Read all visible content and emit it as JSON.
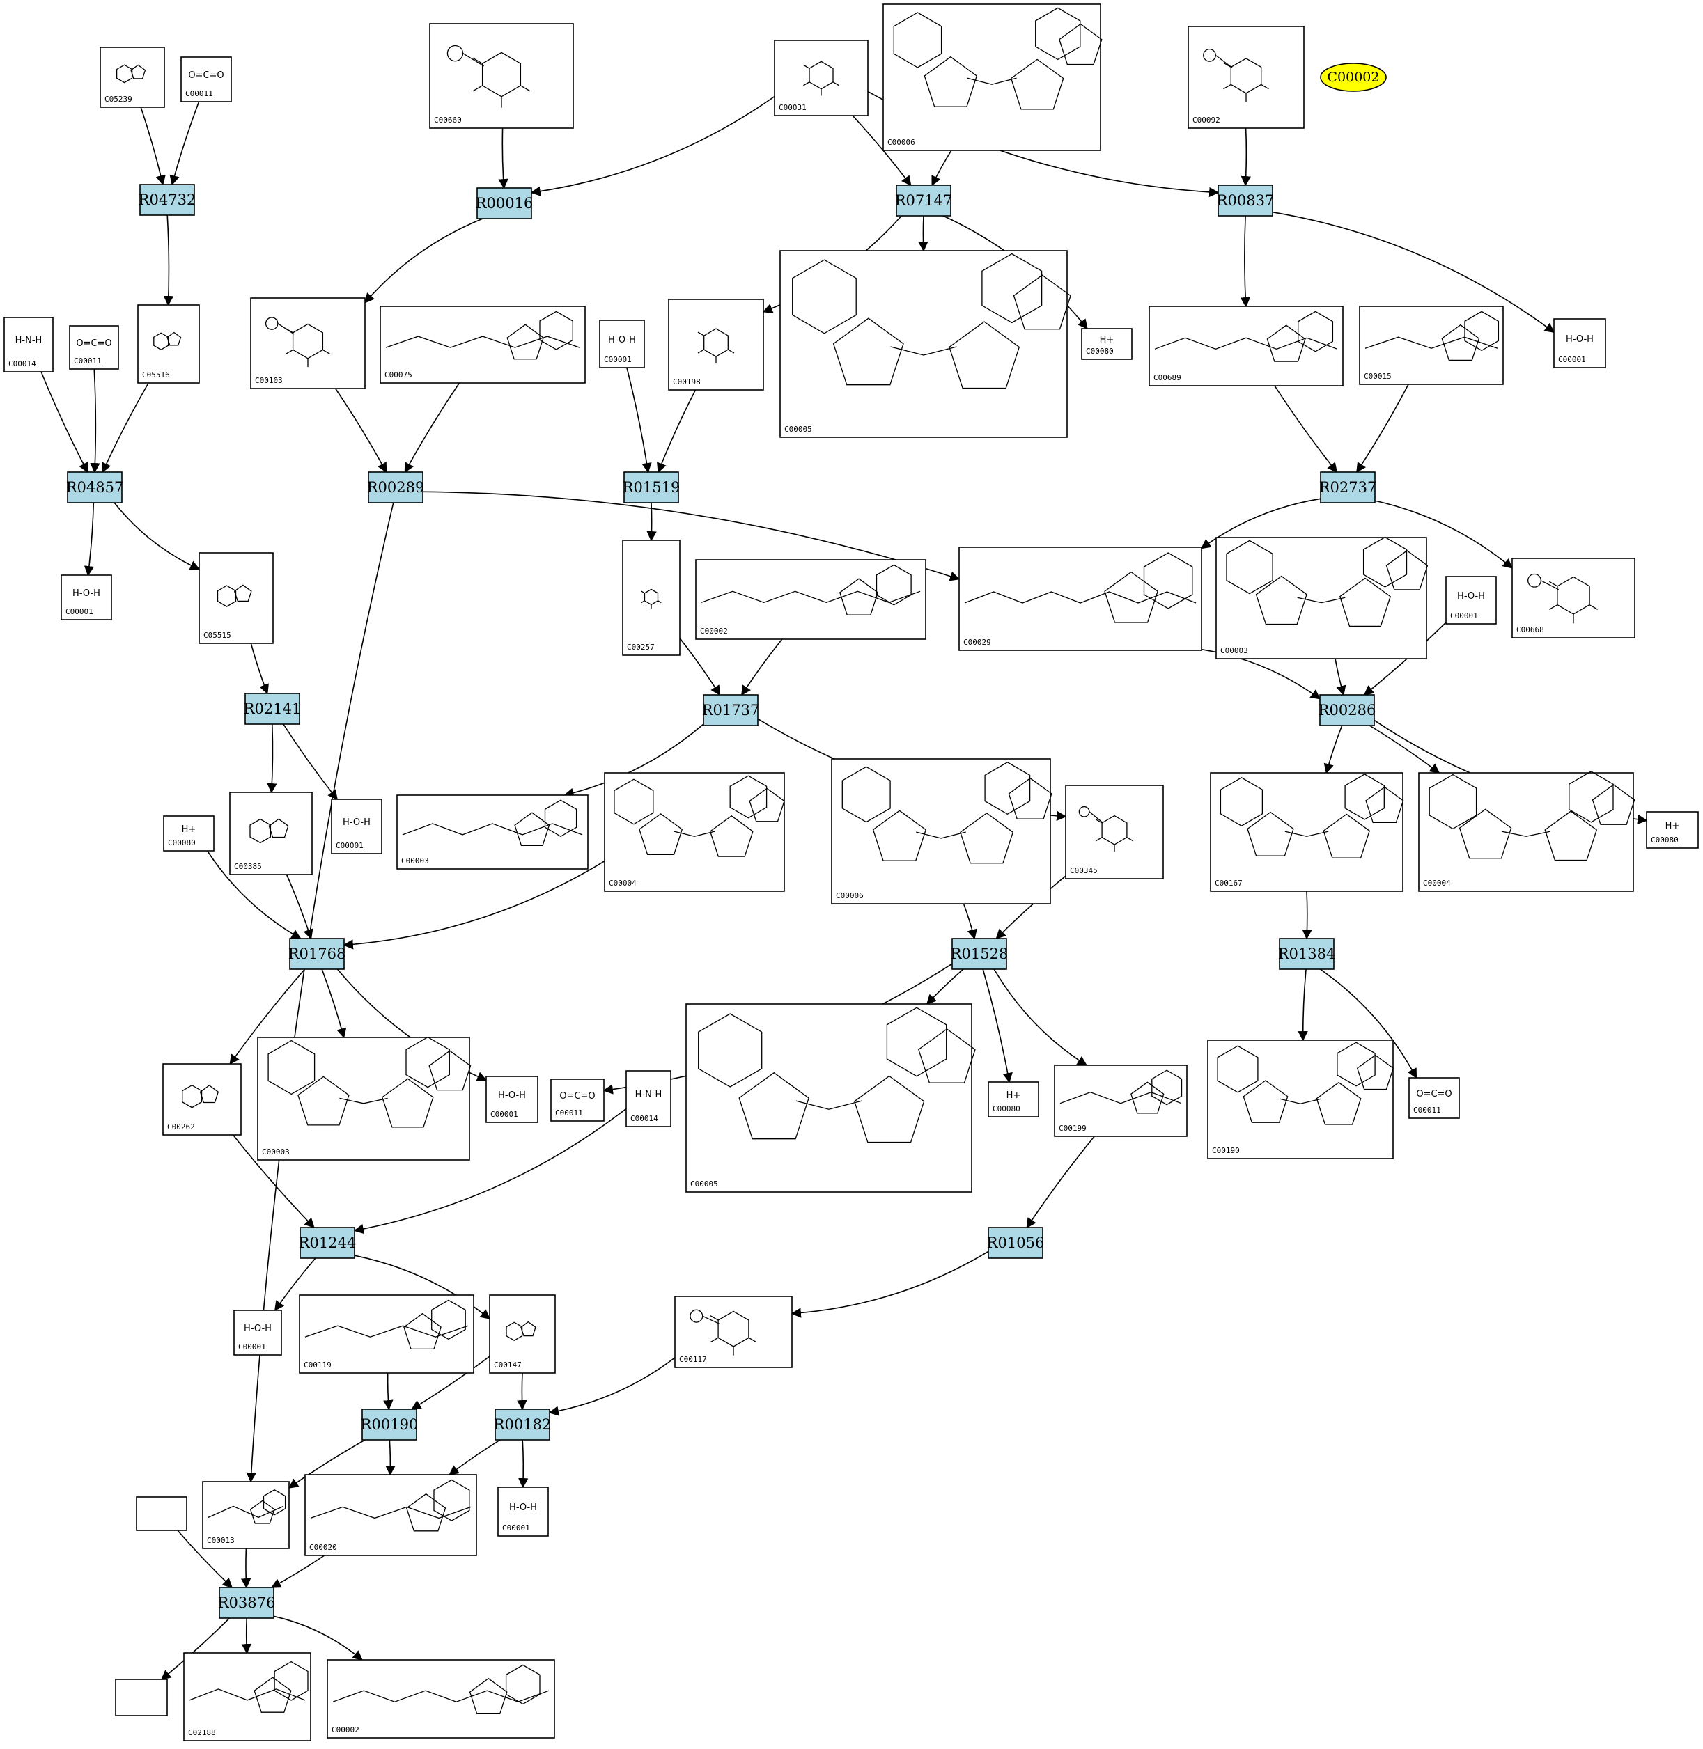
{
  "colors": {
    "reaction_fill": "#add8e6",
    "highlight_fill": "#ffff00",
    "stroke": "#000000",
    "background": "#ffffff"
  },
  "highlight": {
    "id": "hl",
    "label": "C00002"
  },
  "reactions": [
    {
      "id": "R04732",
      "label": "R04732"
    },
    {
      "id": "R00016",
      "label": "R00016"
    },
    {
      "id": "R07147",
      "label": "R07147"
    },
    {
      "id": "R00837",
      "label": "R00837"
    },
    {
      "id": "R04857",
      "label": "R04857"
    },
    {
      "id": "R00289",
      "label": "R00289"
    },
    {
      "id": "R01519",
      "label": "R01519"
    },
    {
      "id": "R02737",
      "label": "R02737"
    },
    {
      "id": "R02141",
      "label": "R02141"
    },
    {
      "id": "R01737",
      "label": "R01737"
    },
    {
      "id": "R00286",
      "label": "R00286"
    },
    {
      "id": "R01768",
      "label": "R01768"
    },
    {
      "id": "R01528",
      "label": "R01528"
    },
    {
      "id": "R01384",
      "label": "R01384"
    },
    {
      "id": "R01244",
      "label": "R01244"
    },
    {
      "id": "R01056",
      "label": "R01056"
    },
    {
      "id": "R00190",
      "label": "R00190"
    },
    {
      "id": "R00182",
      "label": "R00182"
    },
    {
      "id": "R03876",
      "label": "R03876"
    }
  ],
  "compounds": [
    {
      "id": "c1",
      "label": "C05239",
      "mol": "ring",
      "formula": ""
    },
    {
      "id": "c2",
      "label": "C00011",
      "mol": "text",
      "formula": "O=C=O"
    },
    {
      "id": "c3",
      "label": "C00660",
      "mol": "sugarP",
      "formula": ""
    },
    {
      "id": "c4",
      "label": "C00031",
      "mol": "sugar",
      "formula": ""
    },
    {
      "id": "c5",
      "label": "C00006",
      "mol": "big",
      "formula": ""
    },
    {
      "id": "c6",
      "label": "C00092",
      "mol": "sugarP",
      "formula": ""
    },
    {
      "id": "c7",
      "label": "C00014",
      "mol": "text",
      "formula": "H-N-H"
    },
    {
      "id": "c8",
      "label": "C00011",
      "mol": "text",
      "formula": "O=C=O"
    },
    {
      "id": "c9",
      "label": "C05516",
      "mol": "ring",
      "formula": ""
    },
    {
      "id": "c10",
      "label": "C00103",
      "mol": "sugarP",
      "formula": ""
    },
    {
      "id": "c11",
      "label": "C00075",
      "mol": "chain",
      "formula": ""
    },
    {
      "id": "c12",
      "label": "C00001",
      "mol": "text",
      "formula": "H-O-H"
    },
    {
      "id": "c13",
      "label": "C00198",
      "mol": "sugar",
      "formula": ""
    },
    {
      "id": "c14",
      "label": "C00005",
      "mol": "big",
      "formula": ""
    },
    {
      "id": "c15",
      "label": "C00080",
      "mol": "text",
      "formula": "H+"
    },
    {
      "id": "c16",
      "label": "C00689",
      "mol": "chain",
      "formula": ""
    },
    {
      "id": "c17",
      "label": "C00015",
      "mol": "chain",
      "formula": ""
    },
    {
      "id": "c18",
      "label": "C00001",
      "mol": "text",
      "formula": "H-O-H"
    },
    {
      "id": "c19",
      "label": "C00001",
      "mol": "text",
      "formula": "H-O-H"
    },
    {
      "id": "c20",
      "label": "C05515",
      "mol": "ring",
      "formula": ""
    },
    {
      "id": "c21",
      "label": "C00257",
      "mol": "sugar",
      "formula": ""
    },
    {
      "id": "c22",
      "label": "C00002",
      "mol": "chain",
      "formula": ""
    },
    {
      "id": "c23",
      "label": "C00029",
      "mol": "chain",
      "formula": ""
    },
    {
      "id": "c24",
      "label": "C00003",
      "mol": "big",
      "formula": ""
    },
    {
      "id": "c25",
      "label": "C00001",
      "mol": "text",
      "formula": "H-O-H"
    },
    {
      "id": "c26",
      "label": "C00668",
      "mol": "sugarP",
      "formula": ""
    },
    {
      "id": "c27",
      "label": "C00385",
      "mol": "ring",
      "formula": ""
    },
    {
      "id": "c28",
      "label": "C00001",
      "mol": "text",
      "formula": "H-O-H"
    },
    {
      "id": "c29",
      "label": "C00003",
      "mol": "chain",
      "formula": ""
    },
    {
      "id": "c30",
      "label": "C00004",
      "mol": "big",
      "formula": ""
    },
    {
      "id": "c31",
      "label": "C00006",
      "mol": "big",
      "formula": ""
    },
    {
      "id": "c32",
      "label": "C00345",
      "mol": "sugarP",
      "formula": ""
    },
    {
      "id": "c33",
      "label": "C00167",
      "mol": "big",
      "formula": ""
    },
    {
      "id": "c34",
      "label": "C00004",
      "mol": "big",
      "formula": ""
    },
    {
      "id": "c35",
      "label": "C00080",
      "mol": "text",
      "formula": "H+"
    },
    {
      "id": "c36",
      "label": "C00080",
      "mol": "text",
      "formula": "H+"
    },
    {
      "id": "c37",
      "label": "C00262",
      "mol": "ring",
      "formula": ""
    },
    {
      "id": "c38",
      "label": "C00003",
      "mol": "big",
      "formula": ""
    },
    {
      "id": "c39",
      "label": "C00001",
      "mol": "text",
      "formula": "H-O-H"
    },
    {
      "id": "c40",
      "label": "C00011",
      "mol": "text",
      "formula": "O=C=O"
    },
    {
      "id": "c41",
      "label": "C00014",
      "mol": "text",
      "formula": "H-N-H"
    },
    {
      "id": "c42",
      "label": "C00005",
      "mol": "big",
      "formula": ""
    },
    {
      "id": "c43",
      "label": "C00080",
      "mol": "text",
      "formula": "H+"
    },
    {
      "id": "c44",
      "label": "C00199",
      "mol": "chain",
      "formula": ""
    },
    {
      "id": "c45",
      "label": "C00190",
      "mol": "big",
      "formula": ""
    },
    {
      "id": "c46",
      "label": "C00011",
      "mol": "text",
      "formula": "O=C=O"
    },
    {
      "id": "c47",
      "label": "C00001",
      "mol": "text",
      "formula": "H-O-H"
    },
    {
      "id": "c48",
      "label": "C00119",
      "mol": "chain",
      "formula": ""
    },
    {
      "id": "c49",
      "label": "C00147",
      "mol": "ring",
      "formula": ""
    },
    {
      "id": "c50",
      "label": "C00117",
      "mol": "sugarP",
      "formula": ""
    },
    {
      "id": "c51",
      "label": "C00013",
      "mol": "chain",
      "formula": ""
    },
    {
      "id": "c52",
      "label": "C00020",
      "mol": "chain",
      "formula": ""
    },
    {
      "id": "c53",
      "label": "C00001",
      "mol": "text",
      "formula": "H-O-H"
    },
    {
      "id": "c54",
      "label": "",
      "mol": "none",
      "formula": ""
    },
    {
      "id": "c55",
      "label": "",
      "mol": "none",
      "formula": ""
    },
    {
      "id": "c56",
      "label": "C02188",
      "mol": "chain",
      "formula": ""
    },
    {
      "id": "c57",
      "label": "C00002",
      "mol": "chain",
      "formula": ""
    }
  ],
  "edges": [
    [
      "c1",
      "R04732"
    ],
    [
      "c2",
      "R04732"
    ],
    [
      "R04732",
      "c9"
    ],
    [
      "c3",
      "R00016"
    ],
    [
      "c4",
      "R00016"
    ],
    [
      "R00016",
      "c10"
    ],
    [
      "c4",
      "R07147"
    ],
    [
      "c5",
      "R07147"
    ],
    [
      "R07147",
      "c13"
    ],
    [
      "R07147",
      "c14"
    ],
    [
      "R07147",
      "c15"
    ],
    [
      "c4",
      "R00837"
    ],
    [
      "c6",
      "R00837"
    ],
    [
      "R00837",
      "c16"
    ],
    [
      "R00837",
      "c18"
    ],
    [
      "c7",
      "R04857"
    ],
    [
      "c8",
      "R04857"
    ],
    [
      "c9",
      "R04857"
    ],
    [
      "R04857",
      "c19"
    ],
    [
      "R04857",
      "c20"
    ],
    [
      "c10",
      "R00289"
    ],
    [
      "c11",
      "R00289"
    ],
    [
      "R00289",
      "c23"
    ],
    [
      "R00289",
      "c51"
    ],
    [
      "c12",
      "R01519"
    ],
    [
      "c13",
      "R01519"
    ],
    [
      "R01519",
      "c21"
    ],
    [
      "c16",
      "R02737"
    ],
    [
      "c17",
      "R02737"
    ],
    [
      "R02737",
      "c23"
    ],
    [
      "R02737",
      "c26"
    ],
    [
      "c20",
      "R02141"
    ],
    [
      "R02141",
      "c27"
    ],
    [
      "R02141",
      "c28"
    ],
    [
      "c21",
      "R01737"
    ],
    [
      "c22",
      "R01737"
    ],
    [
      "R01737",
      "c29"
    ],
    [
      "R01737",
      "c32"
    ],
    [
      "c23",
      "R00286"
    ],
    [
      "c24",
      "R00286"
    ],
    [
      "c25",
      "R00286"
    ],
    [
      "R00286",
      "c33"
    ],
    [
      "R00286",
      "c34"
    ],
    [
      "R00286",
      "c35"
    ],
    [
      "c27",
      "R01768"
    ],
    [
      "c36",
      "R01768"
    ],
    [
      "c30",
      "R01768"
    ],
    [
      "R01768",
      "c37"
    ],
    [
      "R01768",
      "c38"
    ],
    [
      "R01768",
      "c39"
    ],
    [
      "c31",
      "R01528"
    ],
    [
      "c32",
      "R01528"
    ],
    [
      "R01528",
      "c40"
    ],
    [
      "R01528",
      "c42"
    ],
    [
      "R01528",
      "c43"
    ],
    [
      "R01528",
      "c44"
    ],
    [
      "c33",
      "R01384"
    ],
    [
      "R01384",
      "c45"
    ],
    [
      "R01384",
      "c46"
    ],
    [
      "c37",
      "R01244"
    ],
    [
      "c41",
      "R01244"
    ],
    [
      "R01244",
      "c47"
    ],
    [
      "R01244",
      "c49"
    ],
    [
      "c44",
      "R01056"
    ],
    [
      "R01056",
      "c50"
    ],
    [
      "c48",
      "R00190"
    ],
    [
      "c49",
      "R00190"
    ],
    [
      "R00190",
      "c51"
    ],
    [
      "R00190",
      "c52"
    ],
    [
      "c49",
      "R00182"
    ],
    [
      "c50",
      "R00182"
    ],
    [
      "R00182",
      "c52"
    ],
    [
      "R00182",
      "c53"
    ],
    [
      "c51",
      "R03876"
    ],
    [
      "c52",
      "R03876"
    ],
    [
      "c54",
      "R03876"
    ],
    [
      "R03876",
      "c55"
    ],
    [
      "R03876",
      "c56"
    ],
    [
      "R03876",
      "c57"
    ]
  ]
}
